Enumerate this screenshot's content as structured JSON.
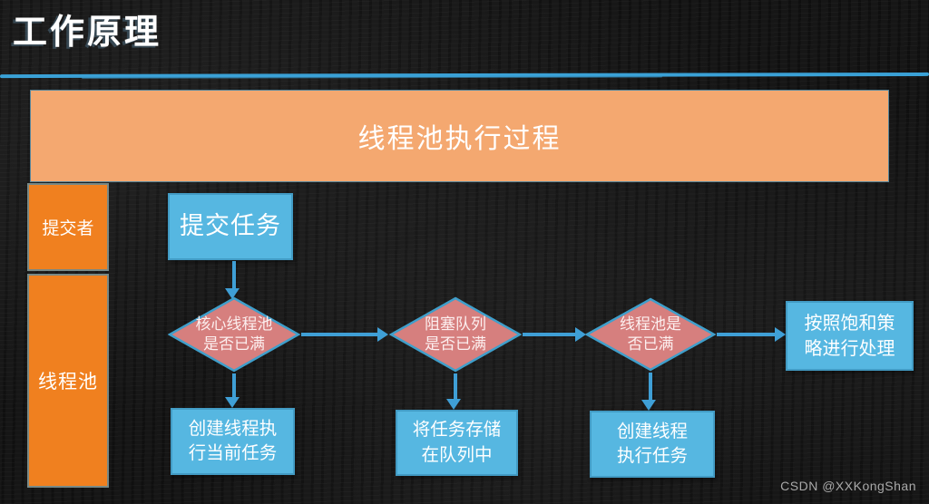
{
  "slide": {
    "title": "工作原理",
    "watermark": "CSDN @XXKongShan"
  },
  "colors": {
    "background": "#161616",
    "title_text": "#FFFFFF",
    "banner_fill": "#F4A870",
    "lane_fill": "#F0801F",
    "process_fill": "#56B7E1",
    "decision_fill": "#D67F7E",
    "shape_border": "#3F9FCB",
    "arrow": "#3F9FD6",
    "divider_line": "#3AA1D6",
    "watermark_text": "#A9A9A9"
  },
  "diagram": {
    "banner_label": "线程池执行过程",
    "lanes": [
      {
        "label": "提交者"
      },
      {
        "label": "线程池"
      }
    ],
    "nodes": {
      "submit_task": {
        "type": "process",
        "lines": [
          "提交任务"
        ]
      },
      "core_pool_full": {
        "type": "decision",
        "lines": [
          "核心线程池",
          "是否已满"
        ]
      },
      "create_thread_current": {
        "type": "process",
        "lines": [
          "创建线程执",
          "行当前任务"
        ]
      },
      "blocking_queue_full": {
        "type": "decision",
        "lines": [
          "阻塞队列",
          "是否已满"
        ]
      },
      "store_in_queue": {
        "type": "process",
        "lines": [
          "将任务存储",
          "在队列中"
        ]
      },
      "thread_pool_full": {
        "type": "decision",
        "lines": [
          "线程池是",
          "否已满"
        ]
      },
      "create_thread_execute": {
        "type": "process",
        "lines": [
          "创建线程",
          "执行任务"
        ]
      },
      "saturation_policy": {
        "type": "process",
        "lines": [
          "按照饱和策",
          "略进行处理"
        ]
      }
    }
  }
}
